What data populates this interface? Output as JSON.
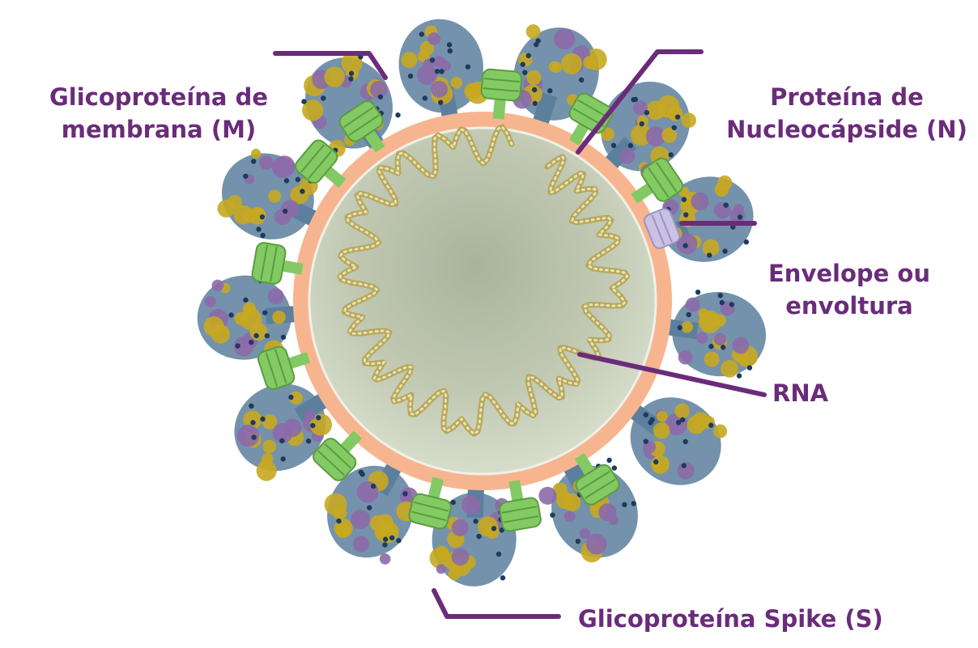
{
  "labels": {
    "membrane": [
      "Glicoproteína de",
      "membrana (M)"
    ],
    "nucleocapsid": [
      "Proteína de",
      "Nucleocápside (N)"
    ],
    "envelope": [
      "Envelope ou",
      "envoltura"
    ],
    "rna": "RNA",
    "spike": "Glicoproteína Spike (S)"
  },
  "colors": {
    "label": "#6a2c7a",
    "leader": "#6a2c7a",
    "envelope": "#f7b58f",
    "capsid": "#c3cbb6",
    "capsid_edge": "#eef1e8",
    "m_protein": "#83c964",
    "m_protein_dark": "#5a9d3e",
    "e_protein": "#c9c2e4",
    "spike_blue": "#5c7f9e",
    "spike_gold": "#c7a921",
    "spike_purple": "#8c6aa8",
    "spike_navy": "#1f3a5c",
    "rna": "#b7a75b"
  }
}
